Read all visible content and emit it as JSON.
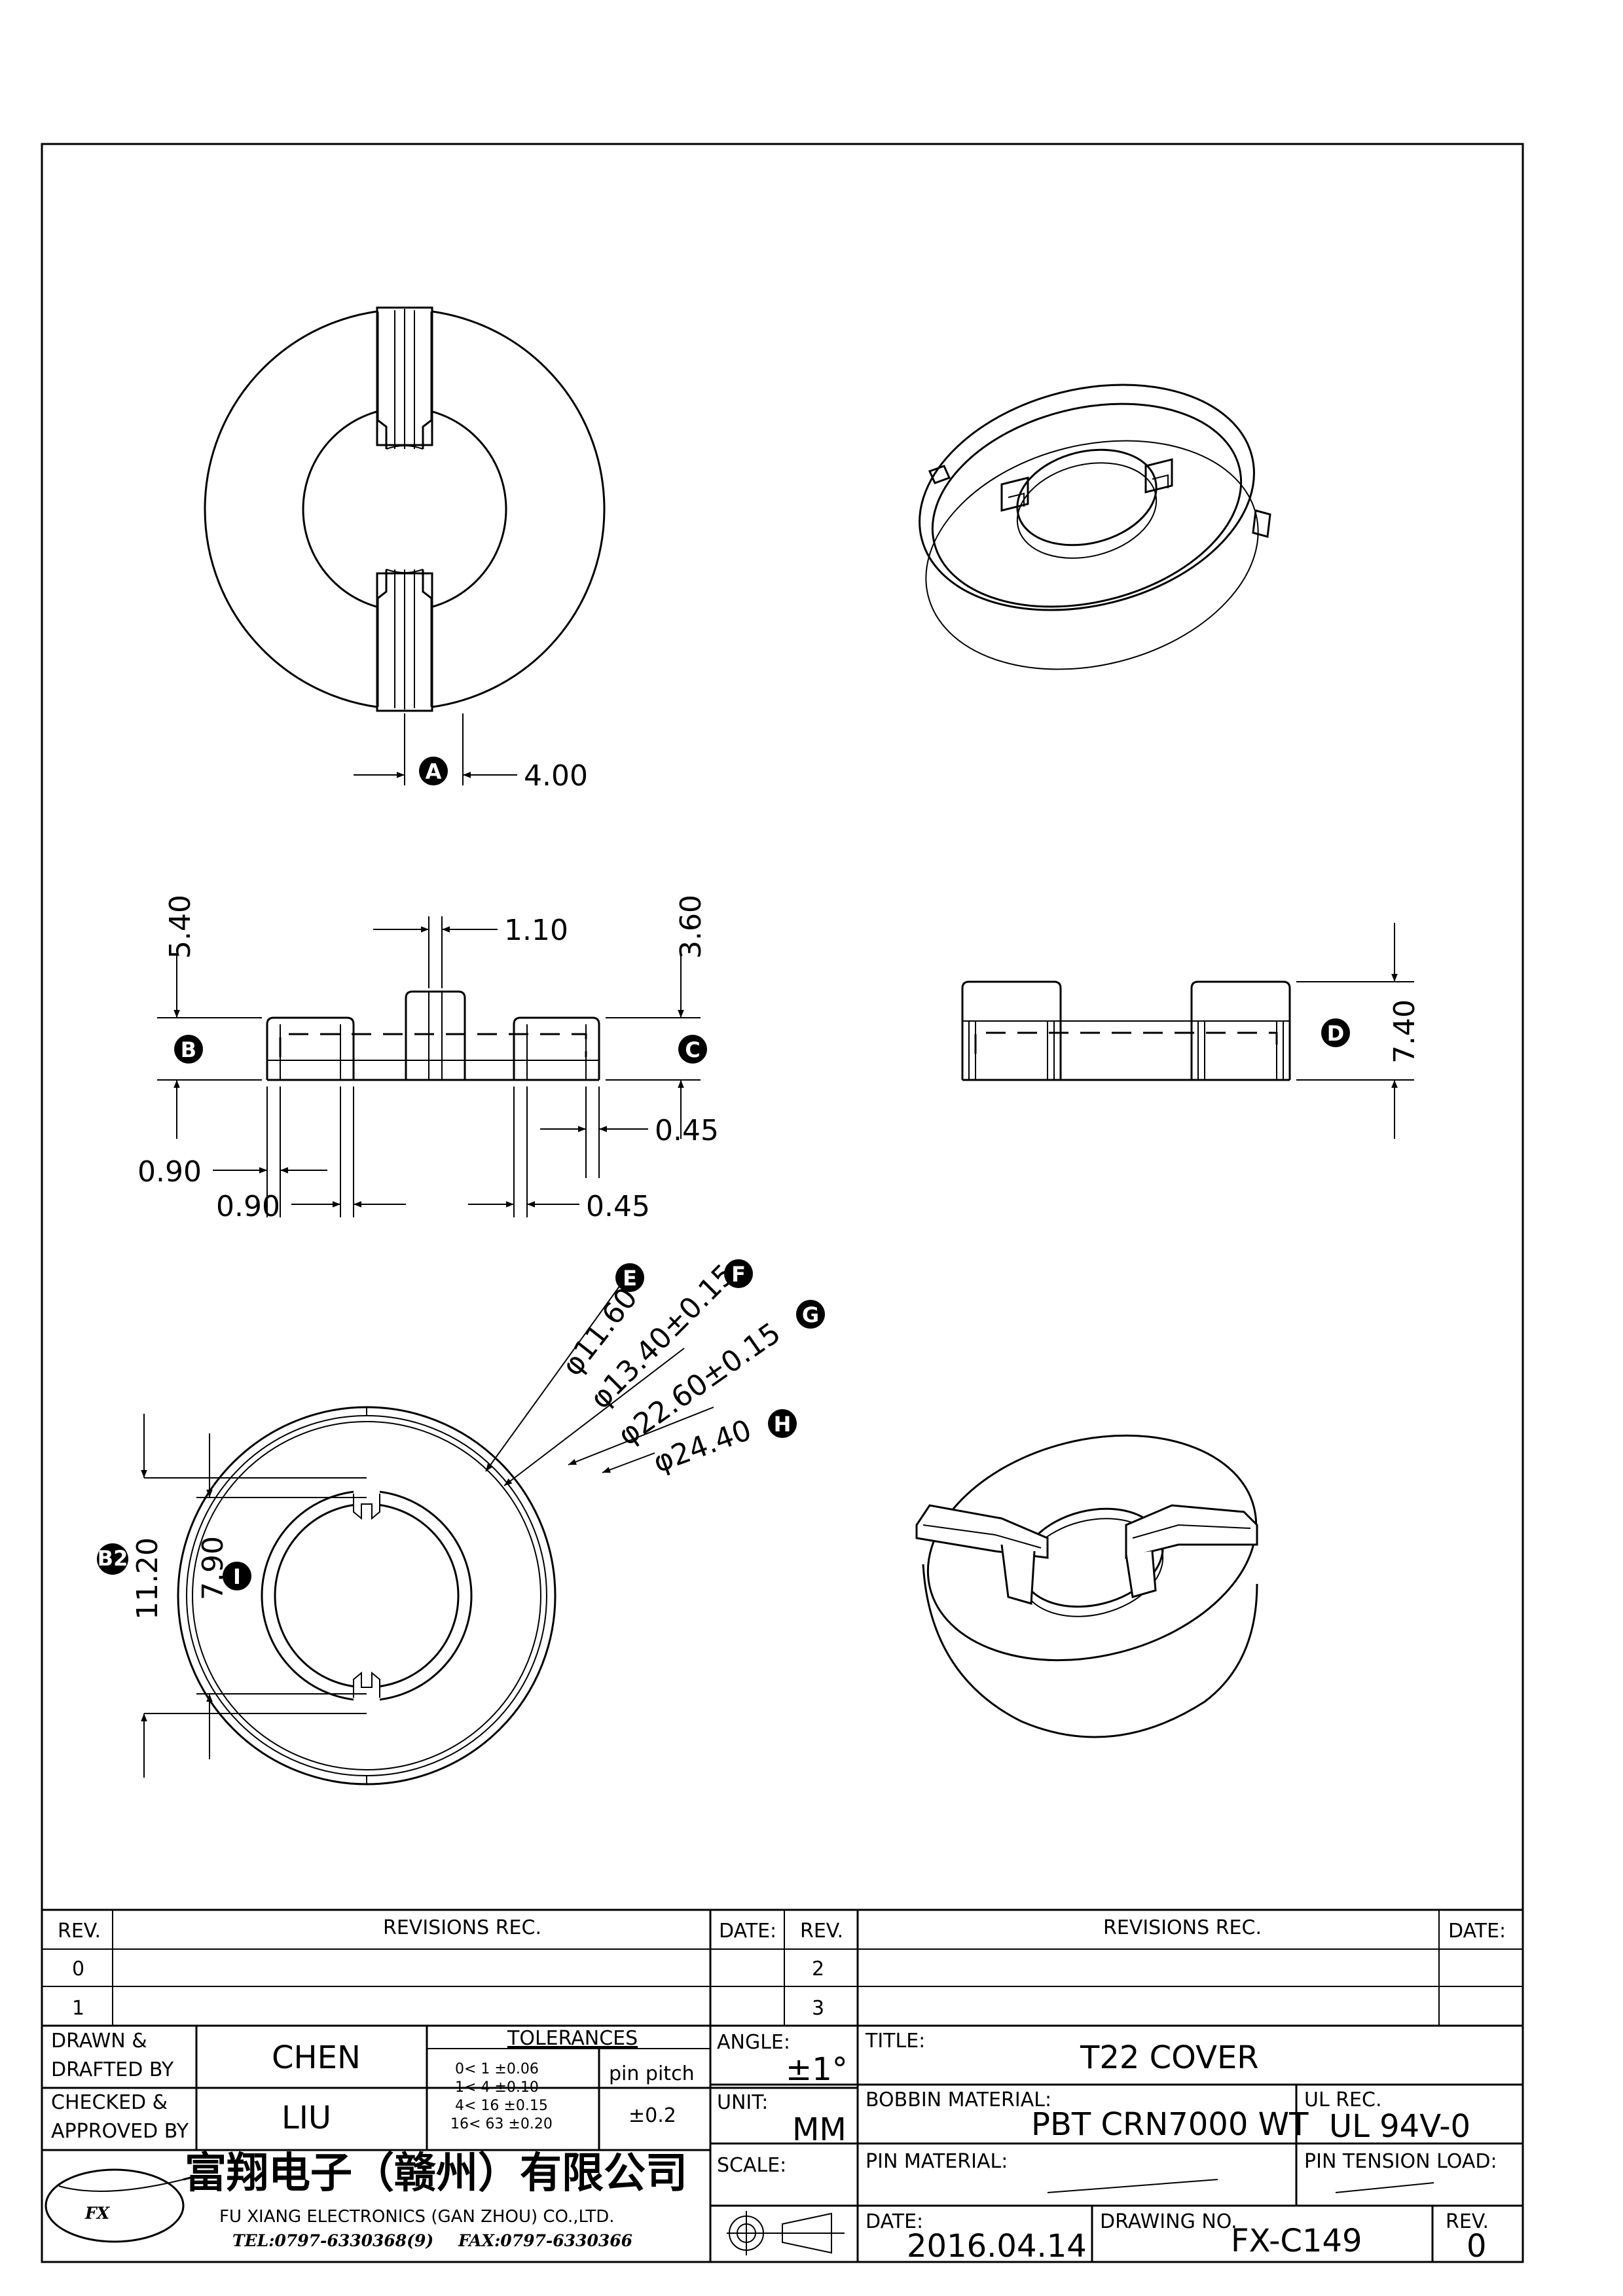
{
  "dimensions": {
    "a_value": "4.00",
    "top_left": "5.40",
    "slot_width": "1.10",
    "top_right": "3.60",
    "wall_right": "0.45",
    "wall_left_outer": "0.90",
    "wall_left_inner": "0.90",
    "wall_mid": "0.45",
    "height": "7.40",
    "dia_e": "φ11.60",
    "dia_f": "φ13.40±0.15",
    "dia_g": "φ22.60±0.15",
    "dia_h": "φ24.40",
    "inner_width": "7.90",
    "outer_width": "11.20"
  },
  "bubbles": {
    "a": "A",
    "b": "B",
    "c": "C",
    "d": "D",
    "e": "E",
    "f": "F",
    "g": "G",
    "h": "H",
    "i": "I",
    "b2": "B2"
  },
  "title_block": {
    "rev_header": "REV.",
    "revisions_header": "REVISIONS   REC.",
    "date_header": "DATE:",
    "rev_rows_left": [
      "0",
      "1"
    ],
    "rev_rows_right": [
      "2",
      "3"
    ],
    "drawn_label_1": "DRAWN &",
    "drawn_label_2": "DRAFTED BY",
    "drawn_by": "CHEN",
    "checked_label_1": "CHECKED &",
    "checked_label_2": "APPROVED BY",
    "checked_by": "LIU",
    "tolerances_header": "TOLERANCES",
    "tolerance_rows": [
      "0<  1   ±0.06",
      "1<  4   ±0.10",
      "4<  16  ±0.15",
      "16<  63  ±0.20"
    ],
    "pin_pitch_label": "pin pitch",
    "pin_pitch_value": "±0.2",
    "angle_label": "ANGLE:",
    "angle_value": "±1°",
    "unit_label": "UNIT:",
    "unit_value": "MM",
    "scale_label": "SCALE:",
    "title_label": "TITLE:",
    "title_value": "T22  COVER",
    "bobbin_label": "BOBBIN MATERIAL:",
    "bobbin_value": "PBT  CRN7000  WT",
    "ul_label": "UL REC.",
    "ul_value": "UL 94V-0",
    "pin_material_label": "PIN MATERIAL:",
    "pin_tension_label": "PIN TENSION LOAD:",
    "date_label": "DATE:",
    "date_value": "2016.04.14",
    "drawing_no_label": "DRAWING NO.",
    "drawing_no_value": "FX-C149",
    "rev_label": "REV.",
    "rev_value": "0",
    "company_cn": "富翔电子（赣州）有限公司",
    "company_en": "FU XIANG ELECTRONICS (GAN ZHOU) CO.,LTD.",
    "tel": "TEL:0797-6330368(9)",
    "fax": "FAX:0797-6330366",
    "logo_text": "FX"
  }
}
